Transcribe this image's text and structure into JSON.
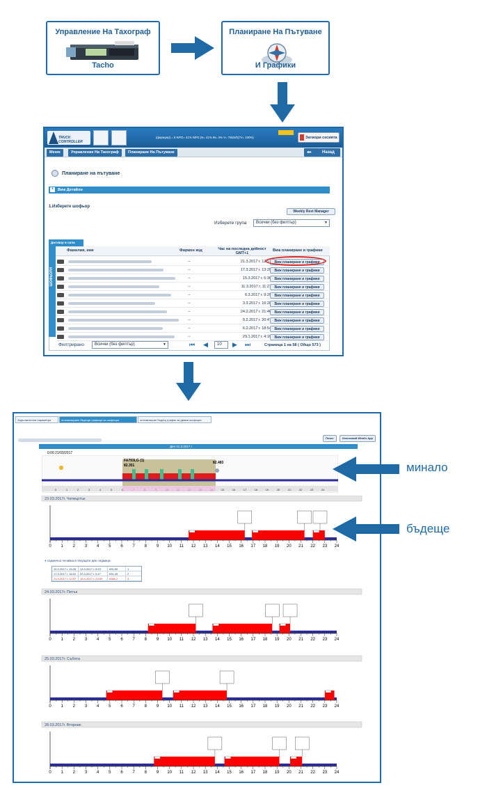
{
  "tiles": {
    "tacho": {
      "title": "Управление На Тахограф",
      "subtitle": "Tacho"
    },
    "planning": {
      "title": "Планиране На Пътуване",
      "subtitle": "И Графики"
    }
  },
  "app": {
    "logo_text": "TRUCK CONTROLLER",
    "status_text": "(фирмуер)  = 6  WFD= 41%  WFD (N= 41%  IN= 0%  V= 76km/h(7V= 100%)",
    "close_session_label": "Затвори сесията",
    "back_label": "Назад",
    "breadcrumb": [
      "Меню",
      "Управление На Тахограф",
      "Планиране На Пътуване"
    ],
    "page_title": "Планиране на пътуване",
    "details_label": "Виж Детайли",
    "step_label": "1.Изберете шофьор",
    "weekly_rest_label": "Weekly Rest Manager",
    "group_label": "Изберете група",
    "group_value": "Всички (без филтър)",
    "tab_label": "Договор в сила",
    "side_tab_label": "ШОФЬОРИ",
    "columns": [
      "Фамилия, име",
      "Фирмен код",
      "Час на последна дейност GMT+1",
      "Виж планиране и графики"
    ],
    "rows": [
      {
        "code": "--",
        "time": "21.3.2017 г. 12:57",
        "action": "Виж планиране и графики"
      },
      {
        "code": "--",
        "time": "17.3.2017 г. 13:20",
        "action": "Виж планиране и графики"
      },
      {
        "code": "--",
        "time": "15.3.2017 г. 6:36",
        "action": "Виж планиране и графики"
      },
      {
        "code": "--",
        "time": "11.3.2017 г. 11:21",
        "action": "Виж планиране и графики"
      },
      {
        "code": "--",
        "time": "6.3.2017 г. 9:20",
        "action": "Виж планиране и графики"
      },
      {
        "code": "--",
        "time": "3.3.2017 г. 16:28",
        "action": "Виж планиране и графики"
      },
      {
        "code": "--",
        "time": "24.2.2017 г. 21:46",
        "action": "Виж планиране и графики"
      },
      {
        "code": "--",
        "time": "9.2.2017 г. 20:47",
        "action": "Виж планиране и графики"
      },
      {
        "code": "--",
        "time": "6.2.2017 г. 18:54",
        "action": "Виж планиране и графики"
      },
      {
        "code": "--",
        "time": "29.1.2017 г. 4:10",
        "action": "Виж планиране и графики"
      }
    ],
    "filter_label": "Филтрирано",
    "filter_value": "Всички (без филтър)",
    "page_size": "10",
    "pager_text": "Страница 1 на 58  ( Общо 573 )"
  },
  "planner": {
    "tabs": [
      "Задължителни параметри",
      "оптимизиране бъдещи графици за шофьори",
      "оптимизиран бъдещ график за двама шофьори"
    ],
    "top_buttons": [
      "Печат",
      "Използвай What's App"
    ],
    "day_header": "Ден 21.3.2017 г.",
    "past_start": "0:00 21/03/2017",
    "vehicle": "FA793LG (1)",
    "km_left": "82.351",
    "km_right": "82.483",
    "weekly_title": "седмично почивка в текущите две седмици:",
    "weekly_rows": [
      {
        "a": "10.3.2017 г. 15:28",
        "b": "13.3.2017 г. 5:19",
        "c": "63h 50",
        "n": "1"
      },
      {
        "a": "17.3.2017 г. 16:02",
        "b": "20.3.2017 г. 5:47",
        "c": "63h 45",
        "n": "2"
      },
      {
        "a": "21.3.2017 г. 12:57",
        "b": "16.4.2017 г. 23:59",
        "c": "638h 2",
        "n": "3"
      }
    ],
    "days": [
      {
        "label": "23.03.2017г. Четвъртък"
      },
      {
        "label": "24.03.2017г. Петък"
      },
      {
        "label": "25.03.2017г. Събота"
      },
      {
        "label": "28.03.2017г. Вторник"
      }
    ],
    "hours": [
      "0",
      "1",
      "2",
      "3",
      "4",
      "5",
      "6",
      "7",
      "8",
      "9",
      "10",
      "11",
      "12",
      "13",
      "14",
      "15",
      "16",
      "17",
      "18",
      "19",
      "20",
      "21",
      "22",
      "23",
      "24"
    ]
  },
  "labels": {
    "past": "минало",
    "future": "бъдеще"
  },
  "colors": {
    "accent": "#1e6aa6",
    "drive": "#ff0000",
    "rest": "#2b2b9a"
  }
}
